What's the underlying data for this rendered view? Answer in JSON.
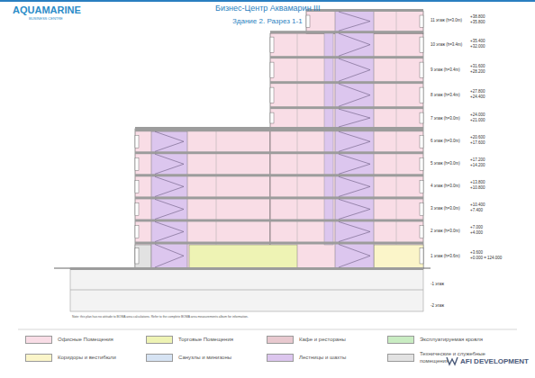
{
  "diagram": {
    "title": "Бизнес-Центр Аквамарин III",
    "labels": [
      "AQUAMARINE",
      "BUSINESS CENTRE",
      "Здание 2. Разрез 1-1",
      "11 этаж (h=3.0m)",
      "+38.800",
      "+35.800",
      "10 этаж (h=3.4m)",
      "+35.400",
      "+32.000",
      "9 этаж (h=3.4m)",
      "+31.600",
      "+28.200",
      "8 этаж (h=3.4m)",
      "+27.800",
      "+24.400",
      "7 этаж (h=3.0m)",
      "+24.000",
      "+21.000",
      "6 этаж (h=3.0m)",
      "+20.600",
      "+17.600",
      "5 этаж (h=3.0m)",
      "+17.200",
      "+14.200",
      "4 этаж (h=3.0m)",
      "+13.800",
      "+10.800",
      "3 этаж (h=3.0m)",
      "+10.400",
      "+7.400",
      "2 этаж (h=3.0m)",
      "+7.000",
      "+4.000",
      "1 этаж (h=3.6m)",
      "+3.600",
      "+0.000 = 124.000",
      "-1 этаж",
      "-2 этаж",
      "Note: this plan has no attitude to BOMA area calculations. Refer to the complete BOMA area measurements album for information.",
      "AFI DEVELOPMENT"
    ],
    "legend": [
      {
        "text": "Офисные Помещения",
        "color": "#f9dde6"
      },
      {
        "text": "Торговые Помещения",
        "color": "#eef3b4"
      },
      {
        "text": "Кафе и рестораны",
        "color": "#e8c9cf"
      },
      {
        "text": "Эксплуатируемая кровля",
        "color": "#c9ecc2"
      },
      {
        "text": "Коридоры и вестибюли",
        "color": "#fbf5c9"
      },
      {
        "text": "Санузлы и минизоны",
        "color": "#d6e3f3"
      },
      {
        "text": "Лестницы и шахты",
        "color": "#dcc6ee"
      },
      {
        "text": "Технические и служебные помещения",
        "color": "#e2e2e2"
      }
    ]
  }
}
